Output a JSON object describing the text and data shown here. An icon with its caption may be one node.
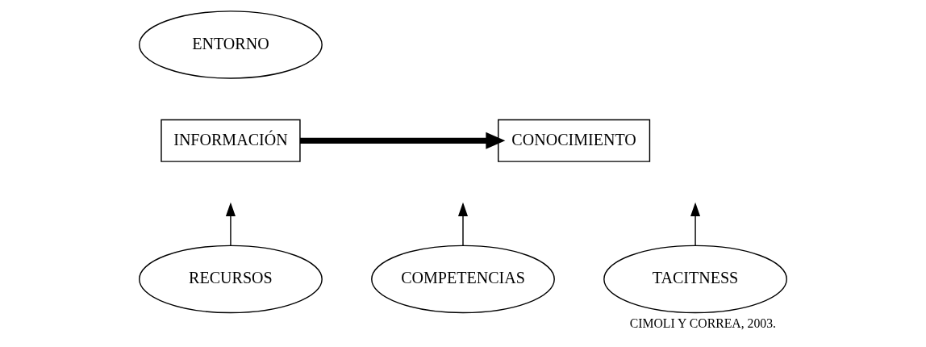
{
  "diagram": {
    "caption": "CIMOLI Y CORREA, 2003.",
    "nodes": [
      {
        "text": [
          "INFORMACIÓN"
        ]
      },
      {
        "text": [
          "CONOCIMIENTO"
        ]
      },
      {
        "text": [
          "ENTORNO"
        ]
      },
      {
        "text": [
          "RECURSOS"
        ]
      },
      {
        "text": [
          "COMPETENCIAS"
        ]
      },
      {
        "text": [
          "TACITNESS"
        ]
      }
    ],
    "edges": [
      {
        "from": 0,
        "to": 1,
        "arrow": "to",
        "style": "thick"
      },
      {
        "from": 3,
        "to": null,
        "arrow": "to"
      },
      {
        "from": 4,
        "to": null,
        "arrow": "to"
      },
      {
        "from": 5,
        "to": null,
        "arrow": "to"
      }
    ]
  }
}
